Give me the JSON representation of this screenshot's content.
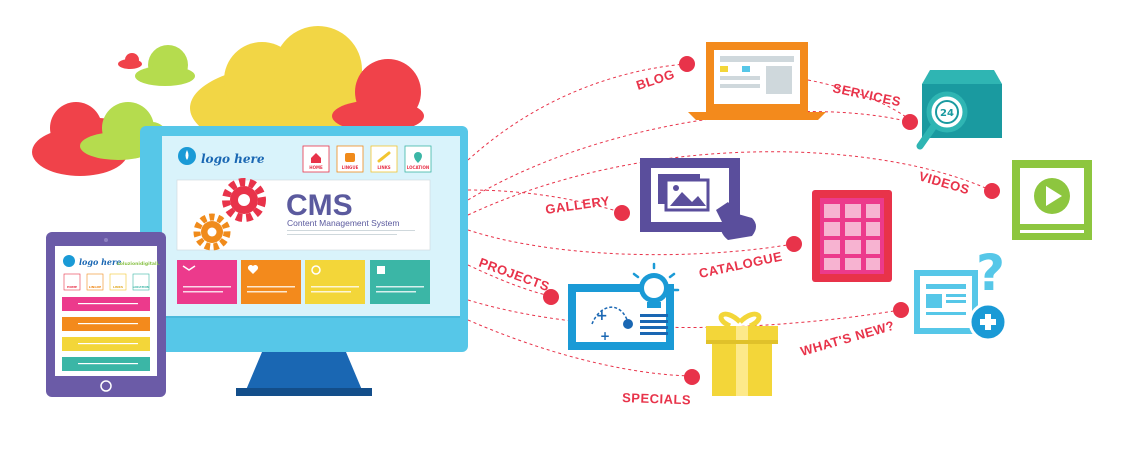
{
  "monitor": {
    "logo_text": "logo here",
    "title": "CMS",
    "subtitle": "Content Management System",
    "nav": [
      "HOME",
      "LINGUE",
      "LINKS",
      "LOCATION"
    ]
  },
  "tablet": {
    "logo_text": "logo here",
    "tagline": "soluzionidigitali.",
    "nav": [
      "HOME",
      "LINGUE",
      "LINKS",
      "LOCATION"
    ]
  },
  "features": {
    "blog": "BLOG",
    "services": "SERVICES",
    "gallery": "GALLERY",
    "videos": "VIDEOS",
    "projects": "PROJECTS",
    "catalogue": "CATALOGUE",
    "whats_new": "WHAT'S NEW?",
    "specials": "SPECIALS"
  },
  "badges": {
    "service_hours": "24"
  },
  "colors": {
    "accent": "#e8334a",
    "cloud_red": "#f0424a",
    "cloud_green": "#b5dc4e",
    "cloud_yellow": "#f2d645",
    "monitor_frame": "#56c7e8",
    "tablet_frame": "#6b5ba7",
    "stand": "#1a67b3"
  }
}
